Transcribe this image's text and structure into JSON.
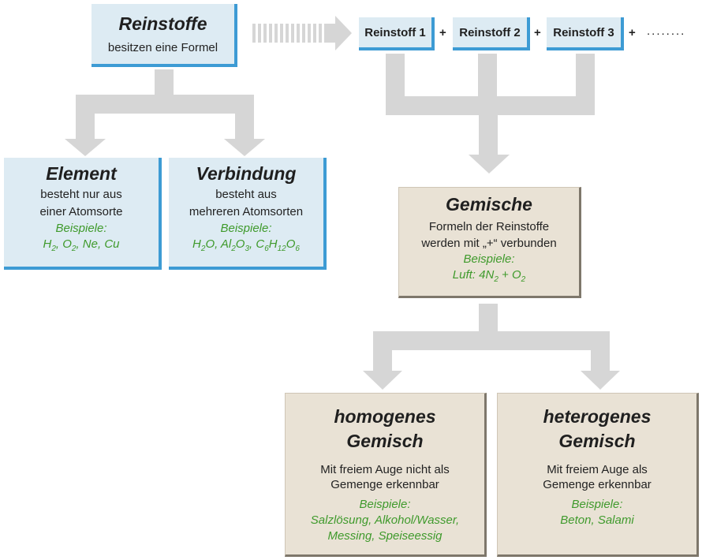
{
  "reinstoffe": {
    "title": "Reinstoffe",
    "subtitle": "besitzen eine Formel"
  },
  "element": {
    "title": "Element",
    "line1": "besteht nur aus",
    "line2": "einer Atomsorte",
    "examples_label": "Beispiele:",
    "examples": "H2, O2, Ne, Cu"
  },
  "verbindung": {
    "title": "Verbindung",
    "line1": "besteht aus",
    "line2": "mehreren Atomsorten",
    "examples_label": "Beispiele:",
    "examples": "H2O, Al2O3, C6H12O6"
  },
  "row": {
    "items": [
      "Reinstoff 1",
      "Reinstoff 2",
      "Reinstoff 3"
    ],
    "plus": "+",
    "ellipsis": "........"
  },
  "gemische": {
    "title": "Gemische",
    "line1": "Formeln der Reinstoffe",
    "line2": "werden mit „+“ verbunden",
    "examples_label": "Beispiele:",
    "examples": "Luft: 4N2 + O2"
  },
  "homogen": {
    "title1": "homogenes",
    "title2": "Gemisch",
    "line1": "Mit freiem Auge nicht als",
    "line2": "Gemenge erkennbar",
    "examples_label": "Beispiele:",
    "examples1": "Salzlösung, Alkohol/Wasser,",
    "examples2": "Messing, Speiseessig"
  },
  "heterogen": {
    "title1": "heterogenes",
    "title2": "Gemisch",
    "line1": "Mit freiem Auge als",
    "line2": "Gemenge erkennbar",
    "examples_label": "Beispiele:",
    "examples": "Beton, Salami"
  },
  "colors": {
    "blue_fill": "#ddebf3",
    "blue_border": "#3d9bd4",
    "tan_fill": "#e9e2d5",
    "tan_border": "#7e776b",
    "arrow": "#d6d6d6",
    "example_green": "#3f9a2c"
  }
}
